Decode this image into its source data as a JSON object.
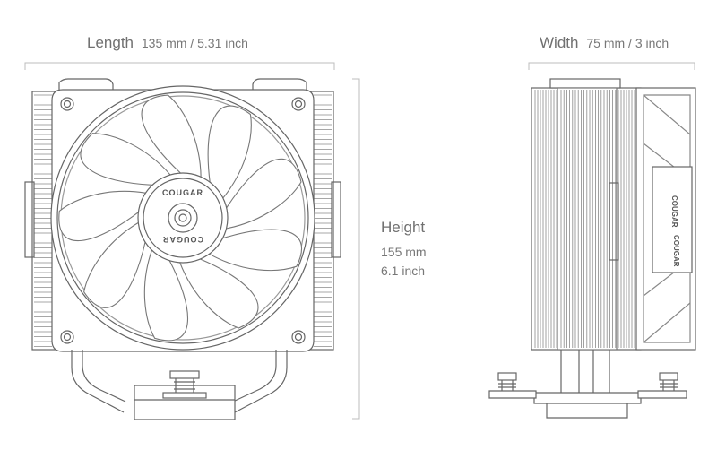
{
  "dimensions": {
    "length": {
      "label": "Length",
      "value": "135 mm / 5.31 inch"
    },
    "width": {
      "label": "Width",
      "value": "75 mm / 3 inch"
    },
    "height": {
      "label": "Height",
      "value_mm": "155 mm",
      "value_inch": "6.1 inch"
    }
  },
  "brand_logo_text": "COUGAR",
  "colors": {
    "line": "#6a6a6a",
    "dim_line": "#b8b8b8",
    "text": "#707070"
  }
}
